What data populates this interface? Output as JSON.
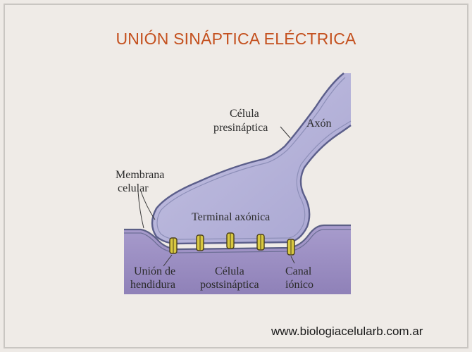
{
  "title": "UNIÓN SINÁPTICA ELÉCTRICA",
  "website": "www.biologiacelularb.com.ar",
  "labels": {
    "celula_presinaptica_1": "Célula",
    "celula_presinaptica_2": "presináptica",
    "axon": "Axón",
    "membrana_1": "Membrana",
    "membrana_2": "celular",
    "terminal": "Terminal axónica",
    "union_1": "Unión de",
    "union_2": "hendidura",
    "postsinaptica_1": "Célula",
    "postsinaptica_2": "postsináptica",
    "canal_1": "Canal",
    "canal_2": "iónico"
  },
  "colors": {
    "title": "#c4501e",
    "presynaptic_fill": "#b7b5d8",
    "postsynaptic_fill": "#9a8cc0",
    "channel": "#d8c840"
  }
}
